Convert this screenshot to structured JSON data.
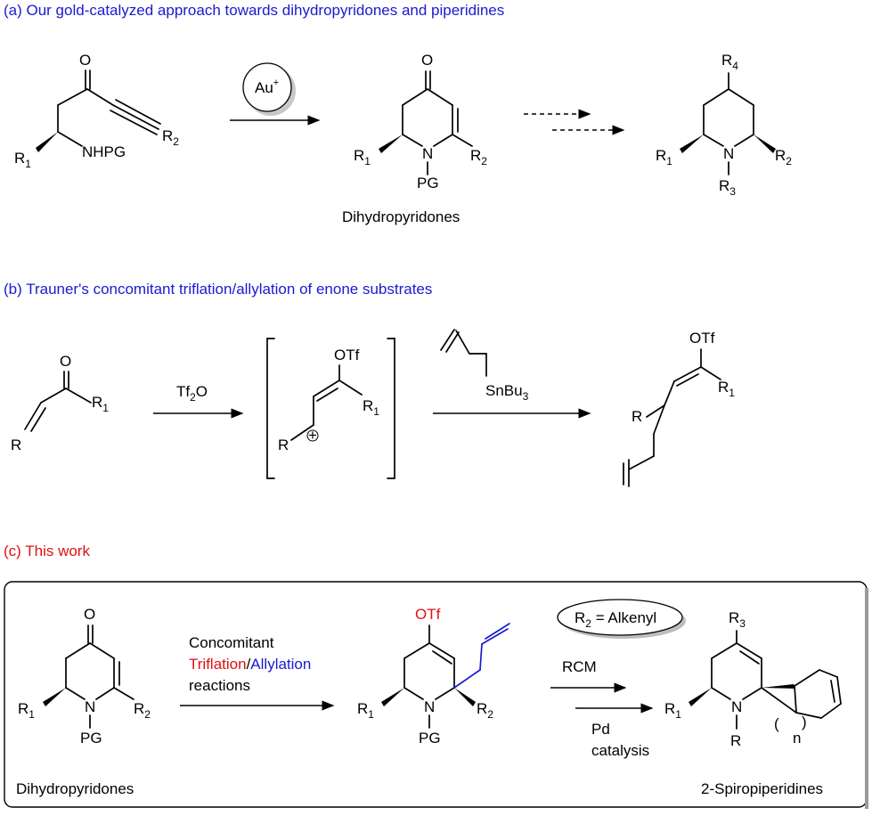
{
  "panel_a": {
    "header": "(a) Our gold-catalyzed approach towards dihydropyridones and piperidines",
    "catalyst": "Au",
    "catalyst_charge": "+",
    "product_label": "Dihydropyridones",
    "atoms": {
      "O": "O",
      "N": "N",
      "NHPG": "NHPG",
      "PG": "PG",
      "R": "R",
      "sub1": "1",
      "sub2": "2",
      "sub3": "3",
      "sub4": "4"
    }
  },
  "panel_b": {
    "header": "Trauner's concomitant triflation/allylation of enone substrates",
    "header_prefix": "(b)",
    "reagent1": "Tf",
    "reagent1_sub": "2",
    "reagent1_tail": "O",
    "reagent2": "SnBu",
    "reagent2_sub": "3",
    "otf": "OTf",
    "plus": "+"
  },
  "panel_c": {
    "header": "(c) This work",
    "condition_line1": "Concomitant",
    "condition_triflation": "Triflation",
    "condition_slash": "/",
    "condition_allylation": "Allylation",
    "condition_line3": "reactions",
    "r2_eq": "R",
    "r2_eq_sub": "2",
    "r2_eq_tail": " = Alkenyl",
    "rcm": "RCM",
    "pd1": "Pd",
    "pd2": "catalysis",
    "start_label": "Dihydropyridones",
    "product_label": "2-Spiropiperidines",
    "otf": "OTf",
    "n": "n",
    "paren_l": "(",
    "paren_r": ")"
  },
  "colors": {
    "blue": "#1a1ad0",
    "red": "#e01010",
    "black": "#000000"
  }
}
